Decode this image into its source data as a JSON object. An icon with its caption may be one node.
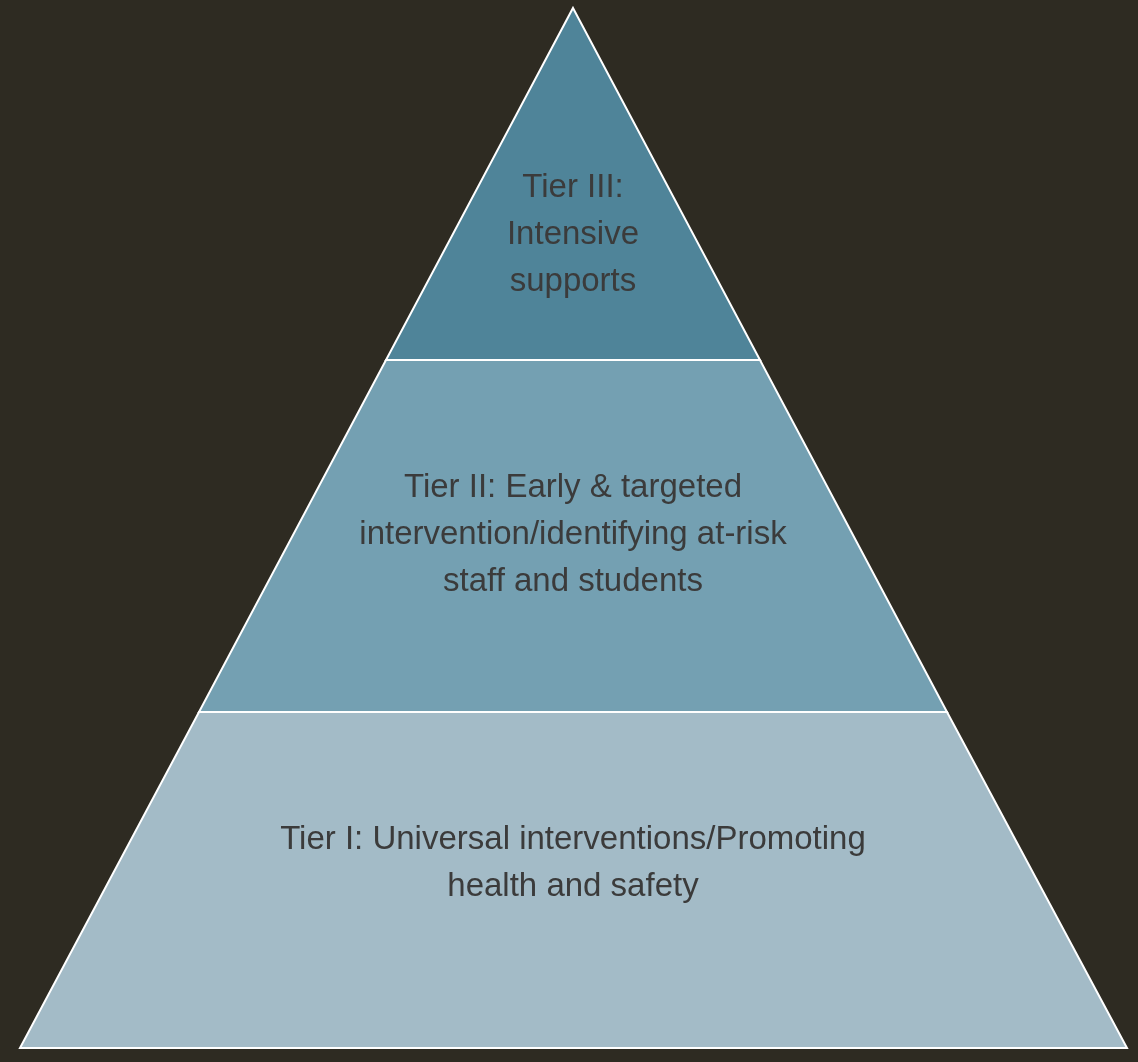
{
  "diagram": {
    "nodes": [
      {
        "text": [
          "Tier III: Intensive supports"
        ]
      },
      {
        "text": [
          "Tier II: Early & targeted intervention/identifying at-risk staff and students"
        ]
      },
      {
        "text": [
          "Tier I: Universal interventions/Promoting health and safety"
        ]
      }
    ]
  }
}
